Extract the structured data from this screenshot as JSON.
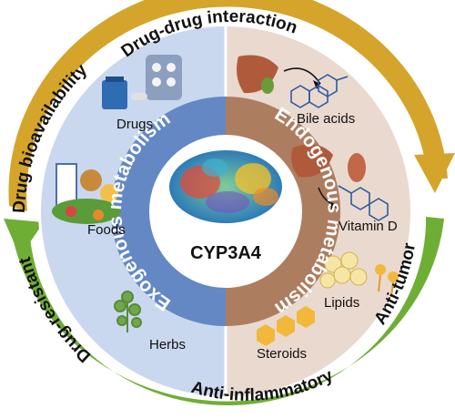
{
  "outer_labels": {
    "top": "Drug-drug interaction",
    "upper_left": "Drug bioavailability",
    "lower_left": "Drug-resistant",
    "bottom": "Anti-inflammatory",
    "right": "Anti-tumor"
  },
  "ring_labels": {
    "left": "Exogenous metabolism",
    "right": "Endogenous metabolism"
  },
  "center_label": "CYP3A4",
  "left_items": [
    "Drugs",
    "Foods",
    "Herbs"
  ],
  "right_items": [
    "Bile acids",
    "Vitamin D",
    "Lipids",
    "Steroids"
  ],
  "colors": {
    "gold_arc": "#d4a52a",
    "green_arc": "#6fae34",
    "left_panel": "#c9d8ee",
    "left_ring": "#6488c4",
    "right_panel": "#ead9cf",
    "right_ring": "#ad7d60"
  }
}
